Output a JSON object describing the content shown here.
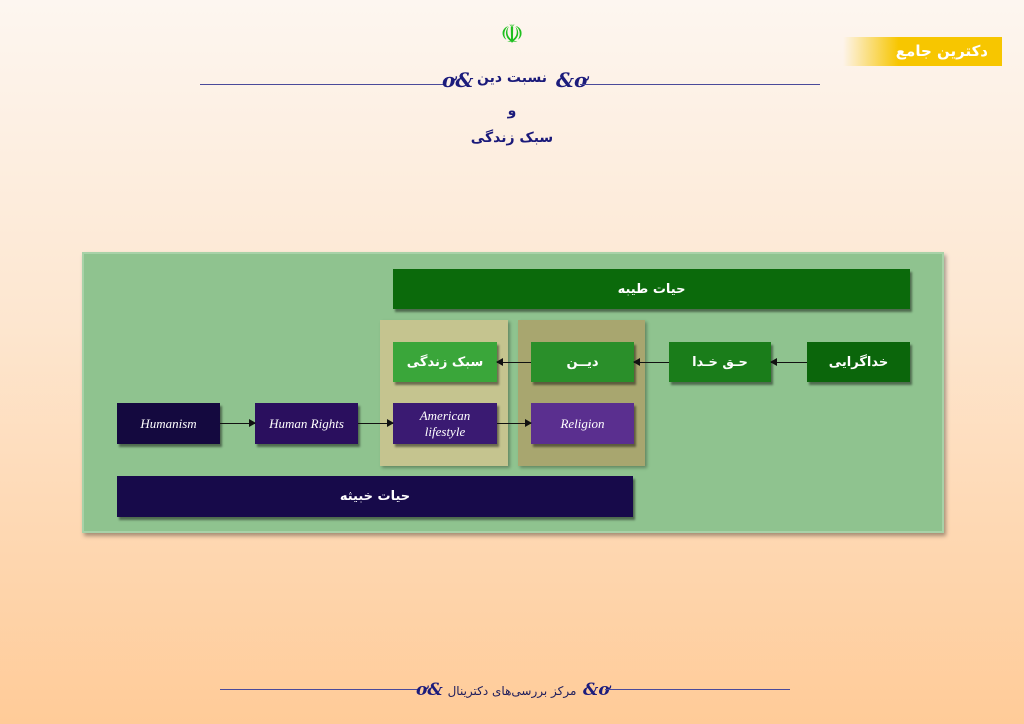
{
  "header": {
    "banner": "دکترین جامع",
    "emblem": "iran-emblem",
    "title_line1": "نسبت دین",
    "title_line2": "و",
    "title_line3": "سبک زندگی"
  },
  "diagram": {
    "top_bar": "حیات طیبه",
    "bottom_bar": "حیات خبیثه",
    "row1": [
      "سبک زندگی",
      "دیــن",
      "حـق خـدا",
      "خداگرایی"
    ],
    "row2": [
      "Humanism",
      "Human Rights",
      "American lifestyle",
      "Religion"
    ]
  },
  "footer": {
    "text": "مرکز بررسی‌های دکترینال"
  },
  "colors": {
    "panel": "#8fc38f",
    "banner": "#f7c600",
    "title": "#1a1a7a"
  }
}
